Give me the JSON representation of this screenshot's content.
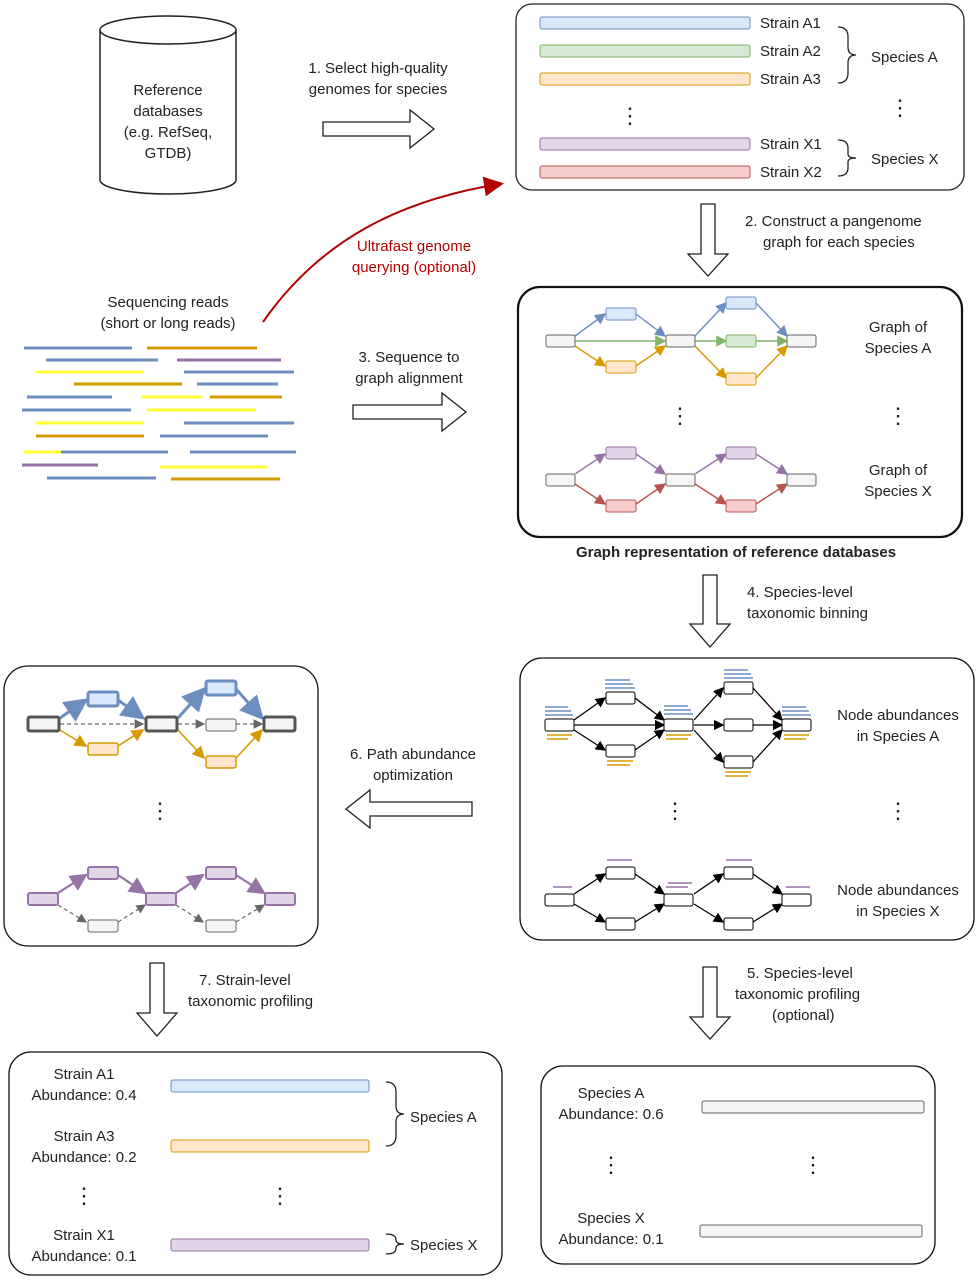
{
  "colors": {
    "blue": "#6c8ebf",
    "blue_fill": "#dae8fc",
    "green": "#82b366",
    "green_fill": "#d5e8d4",
    "orange": "#d79b00",
    "orange_fill": "#ffe6cc",
    "purple": "#9673a6",
    "purple_fill": "#e1d5e7",
    "red": "#b85450",
    "red_fill": "#f8cecc",
    "yellow": "#ffff33",
    "red_arrow": "#b30000"
  },
  "database": {
    "lines": [
      "Reference",
      "databases",
      "(e.g. RefSeq,",
      "GTDB)"
    ]
  },
  "step1": {
    "lines": [
      "1. Select high-quality",
      "genomes for species"
    ]
  },
  "strains": {
    "a1": "Strain A1",
    "a2": "Strain A2",
    "a3": "Strain A3",
    "x1": "Strain X1",
    "x2": "Strain X2",
    "species_a": "Species A",
    "species_x": "Species X"
  },
  "step2": {
    "lines": [
      "2. Construct a pangenome",
      "graph for each species"
    ]
  },
  "query": {
    "lines": [
      "Ultrafast genome",
      "querying (optional)"
    ]
  },
  "reads": {
    "lines": [
      "Sequencing reads",
      "(short or long reads)"
    ]
  },
  "step3": {
    "lines": [
      "3. Sequence to",
      "graph alignment"
    ]
  },
  "graphs": {
    "a_lines": [
      "Graph of",
      "Species A"
    ],
    "x_lines": [
      "Graph of",
      "Species X"
    ],
    "caption": "Graph representation of reference databases"
  },
  "step4": {
    "lines": [
      "4. Species-level",
      "taxonomic binning"
    ]
  },
  "nodeab": {
    "a_lines": [
      "Node abundances",
      "in Species A"
    ],
    "x_lines": [
      "Node abundances",
      "in Species X"
    ]
  },
  "step6": {
    "lines": [
      "6. Path abundance",
      "optimization"
    ]
  },
  "step7": {
    "lines": [
      "7. Strain-level",
      "taxonomic profiling"
    ]
  },
  "step5": {
    "lines": [
      "5. Species-level",
      "taxonomic profiling",
      "(optional)"
    ]
  },
  "strain_profile": {
    "a1": [
      "Strain A1",
      "Abundance: 0.4"
    ],
    "a3": [
      "Strain A3",
      "Abundance: 0.2"
    ],
    "x1": [
      "Strain X1",
      "Abundance: 0.1"
    ],
    "species_a": "Species A",
    "species_x": "Species X"
  },
  "species_profile": {
    "a": [
      "Species A",
      "Abundance: 0.6"
    ],
    "x": [
      "Species X",
      "Abundance: 0.1"
    ]
  },
  "ellipsis": "⋮"
}
